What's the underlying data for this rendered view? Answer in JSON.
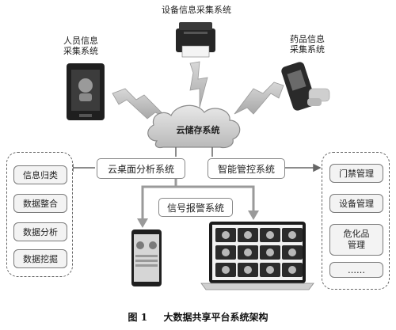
{
  "sources": {
    "equipment_label": "设备信息采集系统",
    "personnel_label_line1": "人员信息",
    "personnel_label_line2": "采集系统",
    "drug_label_line1": "药品信息",
    "drug_label_line2": "采集系统"
  },
  "cloud": {
    "label": "云储存系统"
  },
  "middle_systems": {
    "cloud_desktop": "云桌面分析系统",
    "smart_control": "智能管控系统",
    "signal_alarm": "信号报警系统"
  },
  "left_group": {
    "items": [
      "信息归类",
      "数据整合",
      "数据分析",
      "数据挖掘"
    ]
  },
  "right_group": {
    "items": [
      {
        "line1": "门禁管理",
        "line2": ""
      },
      {
        "line1": "设备管理",
        "line2": ""
      },
      {
        "line1": "危化品",
        "line2": "管理"
      },
      {
        "line1": "……",
        "line2": ""
      }
    ]
  },
  "caption": {
    "number": "图 1",
    "title": "大数据共享平台系统架构"
  }
}
